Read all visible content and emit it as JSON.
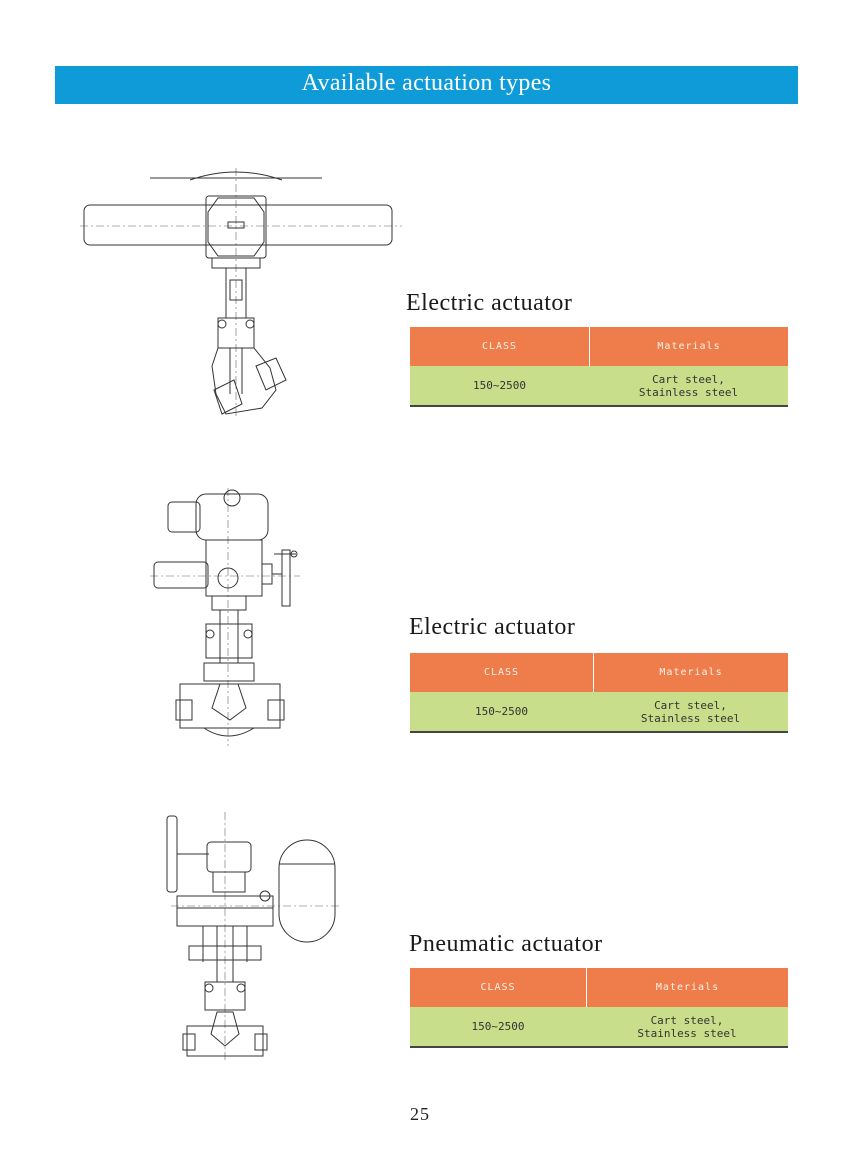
{
  "banner": {
    "title": "Available actuation types"
  },
  "sections": [
    {
      "title": "Electric actuator",
      "drawing_icon": "y-pattern-valve-with-electric-actuator",
      "table": {
        "col1_header": "CLASS",
        "col2_header": "Materials",
        "class_value": "150~2500",
        "materials_line1": "Cart steel,",
        "materials_line2": "Stainless steel"
      }
    },
    {
      "title": "Electric actuator",
      "drawing_icon": "globe-valve-with-electric-actuator",
      "table": {
        "col1_header": "CLASS",
        "col2_header": "Materials",
        "class_value": "150~2500",
        "materials_line1": "Cart steel,",
        "materials_line2": "Stainless steel"
      }
    },
    {
      "title": "Pneumatic actuator",
      "drawing_icon": "globe-valve-with-pneumatic-actuator",
      "table": {
        "col1_header": "CLASS",
        "col2_header": "Materials",
        "class_value": "150~2500",
        "materials_line1": "Cart steel,",
        "materials_line2": "Stainless steel"
      }
    }
  ],
  "page_number": "25",
  "colors": {
    "banner": "#0f9bd7",
    "table_header": "#ee7d4b",
    "table_row": "#c9de8a"
  }
}
